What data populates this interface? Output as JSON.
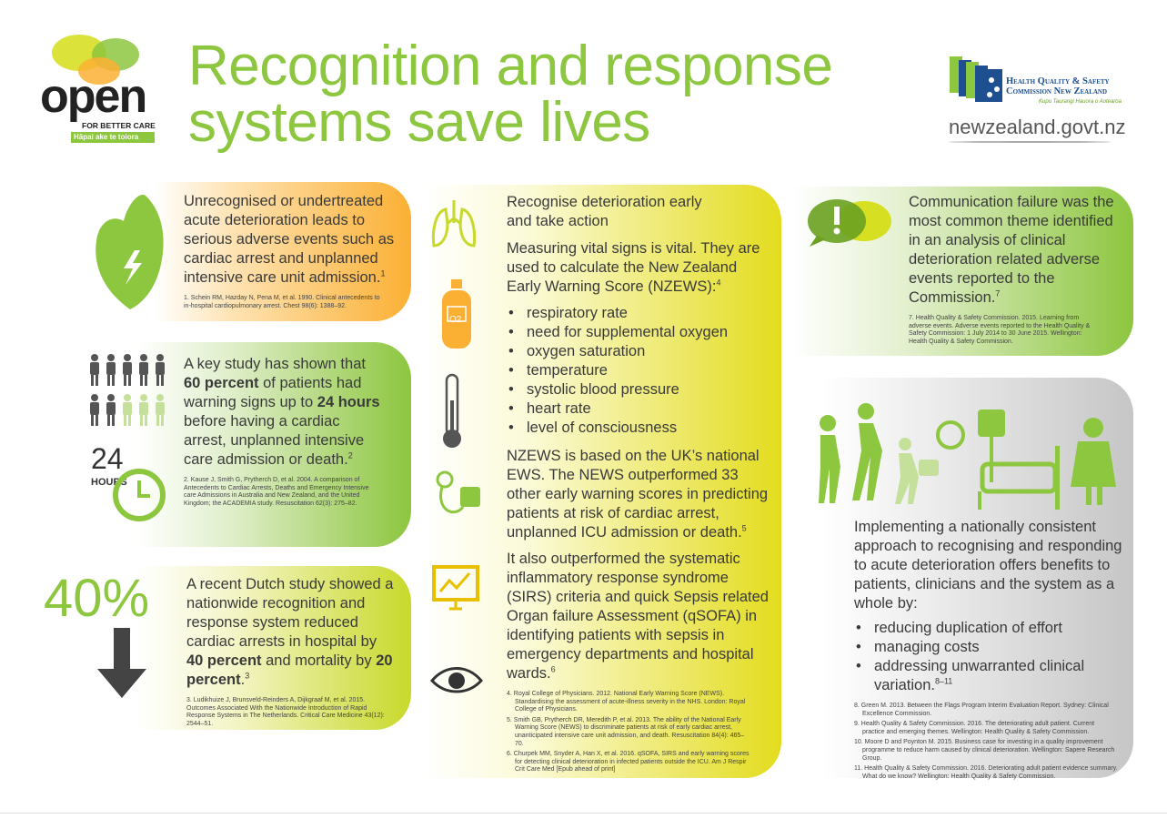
{
  "title": {
    "line1": "Recognition and response",
    "line2": "systems save lives"
  },
  "open_logo": {
    "word": "open",
    "tag": "FOR BETTER CARE",
    "maori": "Hāpai ake te toiora"
  },
  "hqsc_logo": {
    "line1": "Health Quality & Safety",
    "line2": "Commission New Zealand",
    "maori": "Kupu Taurangi Hauora o Aotearoa"
  },
  "govt": "newzealand.govt.nz",
  "panel1": {
    "text": "Unrecognised or undertreated acute deterioration leads to serious adverse events such as cardiac arrest and unplanned intensive care unit admission.",
    "sup": "1",
    "ref": "1. Schein RM, Hazday N, Pena M, et al. 1990. Clinical antecedents to in-hospital cardiopulmonary arrest. Chest 98(6): 1388–92.",
    "color": "#fbb034"
  },
  "panel2": {
    "t1": "A key study has shown that ",
    "b1": "60 percent",
    "t2": " of patients had warning signs up to ",
    "b2": "24 hours",
    "t3": " before having a cardiac arrest, unplanned intensive care admission or death.",
    "sup": "2",
    "icon_label": "24",
    "icon_sub": "HOURS",
    "ref": "2. Kause J, Smith G, Prytherch D, et al. 2004. A comparison of Antecedents to Cardiac Arrests, Deaths and Emergency Intensive care Admissions in Australia and New Zealand, and the United Kingdom; the ACADEMIA study. Resuscitation 62(3): 275–82.",
    "color": "#8dc63f"
  },
  "panel3": {
    "big": "40%",
    "t1": "A recent Dutch study showed a nationwide recognition and response system reduced cardiac arrests in hospital by ",
    "b1": "40 percent",
    "t2": " and mortality by ",
    "b2": "20 percent",
    "t3": ".",
    "sup": "3",
    "ref": "3. Ludikhuize J, Brunsveld-Reinders A, Dijkgraaf M, et al. 2015. Outcomes Associated With the Nationwide Introduction of Rapid Response Systems in The Netherlands. Critical Care Medicine 43(12): 2544–51.",
    "color": "#c8d92b"
  },
  "middle": {
    "heading": "Recognise deterioration early and take action",
    "p1": "Measuring vital signs is vital. They are used to calculate the New Zealand Early Warning Score (NZEWS):",
    "p1_sup": "4",
    "bullets": [
      "respiratory rate",
      "need for supplemental oxygen",
      "oxygen saturation",
      "temperature",
      "systolic blood pressure",
      "heart rate",
      "level of consciousness"
    ],
    "p2": "NZEWS is based on the UK’s national EWS. The NEWS outperformed 33 other early warning scores in predicting patients at risk of cardiac arrest, unplanned ICU admission or death.",
    "p2_sup": "5",
    "p3": "It also outperformed the systematic inflammatory response syndrome (SIRS) criteria and quick Sepsis related Organ failure Assessment (qSOFA) in identifying patients with sepsis in emergency departments and hospital wards.",
    "p3_sup": "6",
    "o2_label": "O2",
    "refs": [
      "4. Royal College of Physicians. 2012. National Early Warning Score (NEWS). Standardising the assessment of acute-illness severity in the NHS. London: Royal College of Physicians.",
      "5. Smith GB, Prytherch DR, Meredith P, et al. 2013. The ability of the National Early Warning Score (NEWS) to discriminate patients at risk of early cardiac arrest, unanticipated intensive care unit admission, and death. Resuscitation 84(4): 465–70.",
      "6. Churpek MM, Snyder A, Han X, et al. 2016. qSOFA, SIRS and early warning scores for detecting clinical deterioration in infected patients outside the ICU. Am J Respir Crit Care Med [Epub ahead of print]"
    ],
    "color": "#e3dc1d"
  },
  "right_top": {
    "text": "Communication failure was the most common theme identified in an analysis of clinical deterioration related adverse events reported to the Commission.",
    "sup": "7",
    "ref": "7. Health Quality & Safety Commission. 2015. Learning from adverse events. Adverse events reported to the Health Quality & Safety Commission: 1 July 2014 to 30 June 2015. Wellington: Health Quality & Safety Commission.",
    "color": "#8dc63f"
  },
  "right_bottom": {
    "text": "Implementing a nationally consistent approach to recognising and responding to acute deterioration offers benefits to patients, clinicians and the system as a whole by:",
    "bullets": [
      "reducing duplication of effort",
      "managing costs",
      "addressing unwarranted clinical variation."
    ],
    "sup": "8–11",
    "refs": [
      "8. Green M. 2013. Between the Flags Program Interim Evaluation Report. Sydney: Clinical Excellence Commission.",
      "9. Health Quality & Safety Commission. 2016. The deteriorating adult patient. Current practice and emerging themes. Wellington: Health Quality & Safety Commission.",
      "10. Moore D and Poynton M. 2015. Business case for investing in a quality improvement programme to reduce harm caused by clinical deterioration. Wellington: Sapere Research Group.",
      "11. Health Quality & Safety Commission. 2016. Deteriorating adult patient evidence summary. What do we know? Wellington: Health Quality & Safety Commission."
    ],
    "color": "#c6c6c6"
  }
}
